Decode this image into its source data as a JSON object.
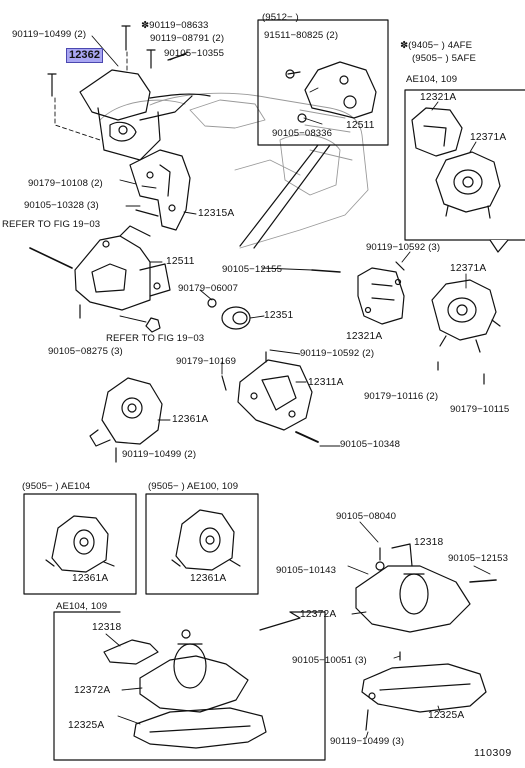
{
  "diagram": {
    "highlighted_part": "12362",
    "figure_number": "110309",
    "labels": {
      "p90119_10499a": "90119−10499 (2)",
      "p90119_08633": "✽90119−08633",
      "p90119_08791": "90119−08791 (2)",
      "p90105_10355": "90105−10355",
      "p90179_10108": "90179−10108 (2)",
      "p90105_10328": "90105−10328 (3)",
      "p12315A": "12315A",
      "refer1": "REFER TO FIG 19−03",
      "p12511a": "12511",
      "p90105_12155": "90105−12155",
      "p90179_06007": "90179−06007",
      "p12351": "12351",
      "refer2": "REFER TO FIG 19−03",
      "p90105_08275": "90105−08275 (3)",
      "p90179_10169": "90179−10169",
      "p90119_10592b": "90119−10592 (2)",
      "p12311A": "12311A",
      "p12361A_main": "12361A",
      "p90119_10499b": "90119−10499 (2)",
      "p90105_10348": "90105−10348",
      "p91511_80825": "91511−80825 (2)",
      "p12511b": "12511",
      "p90105_08336": "90105−08336",
      "p12321A_a": "12321A",
      "p12371A_a": "12371A",
      "p90119_10592a": "90119−10592 (3)",
      "p12371A_b": "12371A",
      "p12321A_b": "12321A",
      "p90179_10116": "90179−10116 (2)",
      "p90179_10115": "90179−10115",
      "p12361A_b1": "12361A",
      "p12361A_b2": "12361A",
      "p90105_08040": "90105−08040",
      "p12318a": "12318",
      "p90105_12153": "90105−12153",
      "p90105_10143": "90105−10143",
      "p12372A_a": "12372A",
      "p90105_10051": "90105−10051 (3)",
      "p12325A_a": "12325A",
      "p90119_10499c": "90119−10499 (3)",
      "p12318b": "12318",
      "p12372A_b": "12372A",
      "p12325A_b": "12325A"
    },
    "boxes": {
      "b9512": "(9512−      )",
      "ae104_109_top": "AE104, 109",
      "b9505_ae104": "(9505−      ) AE104",
      "b9505_ae100": "(9505−      ) AE100, 109",
      "ae104_109_bottom": "AE104, 109"
    },
    "legend": {
      "line1": "✽(9405−       ) 4AFE",
      "line2": "(9505−       ) 5AFE"
    }
  }
}
